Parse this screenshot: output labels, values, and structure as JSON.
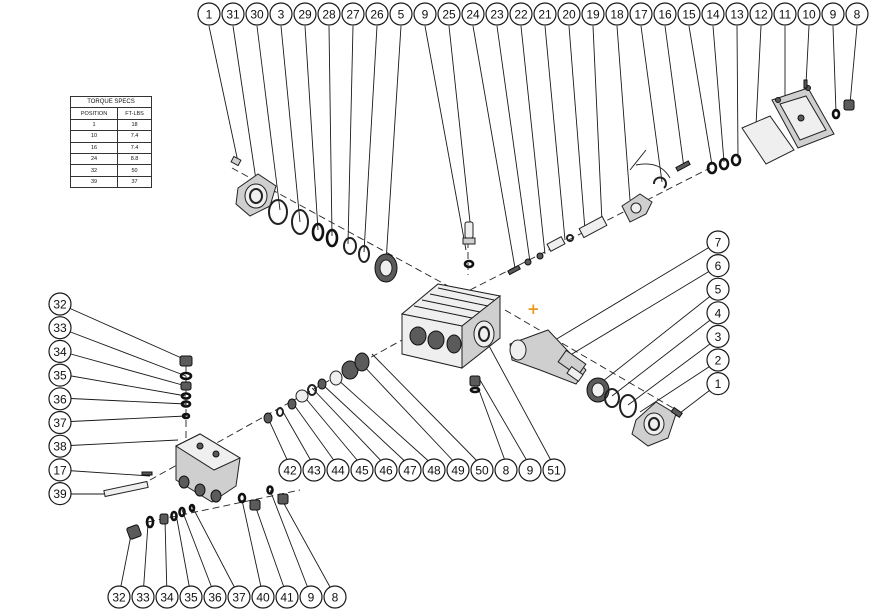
{
  "torque_specs": {
    "title": "TORQUE SPECS",
    "headers": [
      "POSITION",
      "FT-LBS"
    ],
    "rows": [
      [
        "1",
        "18"
      ],
      [
        "10",
        "7.4"
      ],
      [
        "16",
        "7.4"
      ],
      [
        "24",
        "8.8"
      ],
      [
        "32",
        "50"
      ],
      [
        "39",
        "37"
      ]
    ]
  },
  "callouts": {
    "top_row": [
      "1",
      "31",
      "30",
      "3",
      "29",
      "28",
      "27",
      "26",
      "5",
      "9",
      "25",
      "24",
      "23",
      "22",
      "21",
      "20",
      "19",
      "18",
      "17",
      "16",
      "15",
      "14",
      "13",
      "12",
      "11",
      "10",
      "9",
      "8"
    ],
    "right_column": [
      "7",
      "6",
      "5",
      "4",
      "3",
      "2",
      "1"
    ],
    "left_column": [
      "32",
      "33",
      "34",
      "35",
      "36",
      "37",
      "38",
      "17",
      "39"
    ],
    "middle_row": [
      "42",
      "43",
      "44",
      "45",
      "46",
      "47",
      "48",
      "49",
      "50",
      "8",
      "9",
      "51"
    ],
    "bottom_row": [
      "32",
      "33",
      "34",
      "35",
      "36",
      "37",
      "40",
      "41",
      "9",
      "8"
    ]
  },
  "marker_glyph": "+",
  "colors": {
    "line": "#1a1a1a",
    "marker": "#e89a1a"
  }
}
